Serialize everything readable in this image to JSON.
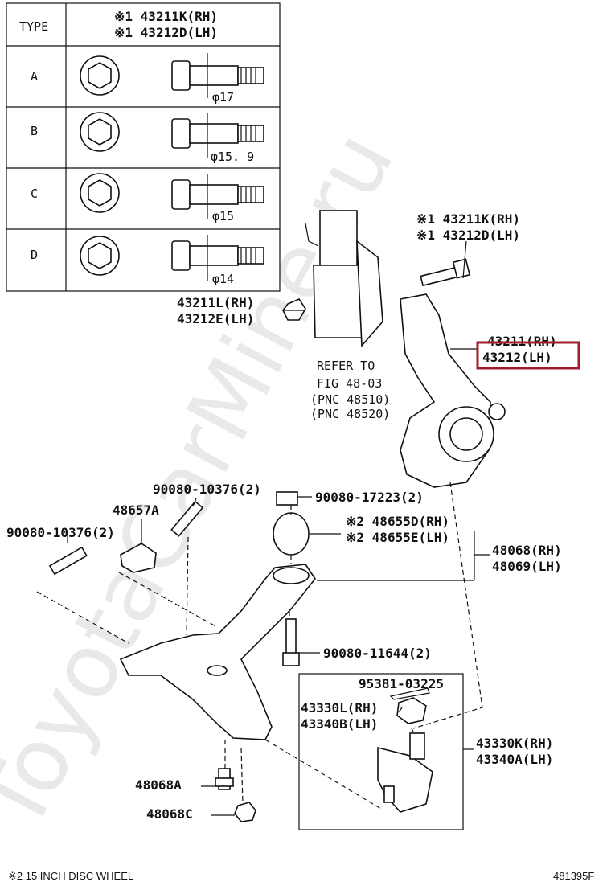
{
  "type_table": {
    "header_type": "TYPE",
    "header_parts": [
      "※1 43211K(RH)",
      "※1 43212D(LH)"
    ],
    "rows": [
      {
        "type": "A",
        "dim": "φ17"
      },
      {
        "type": "B",
        "dim": "φ15. 9"
      },
      {
        "type": "C",
        "dim": "φ15"
      },
      {
        "type": "D",
        "dim": "φ14"
      }
    ]
  },
  "labels": {
    "knuckle_rh": "43211(RH)",
    "knuckle_lh": "43212(LH)",
    "knuckle_top_rh": "※1 43211K(RH)",
    "knuckle_top_lh": "※1 43212D(LH)",
    "nut_rh": "43211L(RH)",
    "nut_lh": "43212E(LH)",
    "refer_to": "REFER TO",
    "fig": "FIG 48-03",
    "pnc1": "(PNC 48510)",
    "pnc2": "(PNC 48520)",
    "bolt_a": "90080-10376(2)",
    "bolt_b": "90080-10376(2)",
    "bracket": "48657A",
    "nut_17223": "90080-17223(2)",
    "bush_rh": "※2 48655D(RH)",
    "bush_lh": "※2 48655E(LH)",
    "arm_rh": "48068(RH)",
    "arm_lh": "48069(LH)",
    "bolt_11644": "90080-11644(2)",
    "cotter": "95381-03225",
    "balljoint_nut_rh": "43330L(RH)",
    "balljoint_nut_lh": "43340B(LH)",
    "balljoint_rh": "43330K(RH)",
    "balljoint_lh": "43340A(LH)",
    "bolt_48068a": "48068A",
    "nut_48068c": "48068C"
  },
  "footer": {
    "note": "※2 15 INCH DISC WHEEL",
    "code": "481395F"
  },
  "watermark": "ToyotaCarMine.ru",
  "highlight_color": "#a01c2c"
}
